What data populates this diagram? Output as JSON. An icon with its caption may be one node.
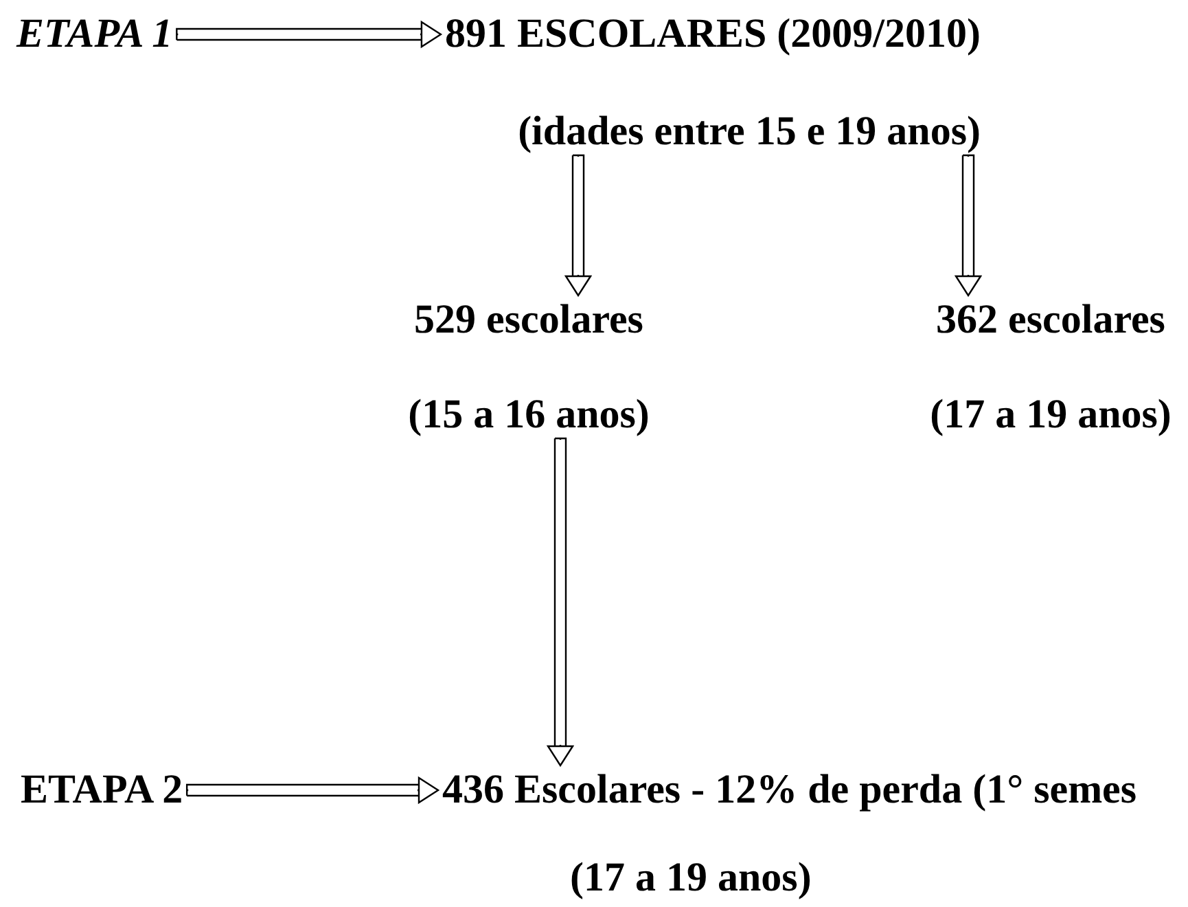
{
  "diagram": {
    "nodes": [
      {
        "text": [
          "ETAPA 1"
        ]
      },
      {
        "text": [
          "891 ESCOLARES (2009/2010)",
          "(idades entre 15 e 19 anos)"
        ]
      },
      {
        "text": [
          "529 escolares",
          "(15 a 16 anos)"
        ]
      },
      {
        "text": [
          "362 escolares",
          "(17 a 19 anos)"
        ]
      },
      {
        "text": [
          "ETAPA 2"
        ]
      },
      {
        "text": [
          "436 Escolares - 12% de perda (1° semes",
          "(17 a 19 anos)"
        ]
      }
    ],
    "edges": [
      {
        "from": 0,
        "to": 1,
        "arrow": "to"
      },
      {
        "from": 1,
        "to": 2,
        "arrow": "to"
      },
      {
        "from": 1,
        "to": 3,
        "arrow": "to"
      },
      {
        "from": 2,
        "to": 5,
        "arrow": "to"
      },
      {
        "from": 4,
        "to": 5,
        "arrow": "to"
      }
    ]
  }
}
